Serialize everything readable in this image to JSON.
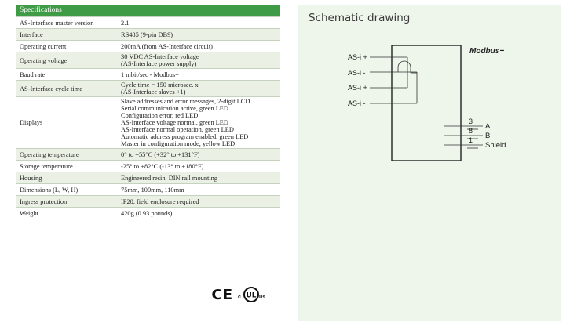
{
  "specifications": {
    "header": "Specifications",
    "rows": [
      {
        "label": "AS-Interface master version",
        "value": [
          "2.1"
        ]
      },
      {
        "label": "Interface",
        "value": [
          "RS485 (9-pin DB9)"
        ]
      },
      {
        "label": "Operating current",
        "value": [
          "200mA (from AS-Interface circuit)"
        ]
      },
      {
        "label": "Operating voltage",
        "value": [
          "30 VDC AS-Interface voltage",
          "(AS-Interface power supply)"
        ]
      },
      {
        "label": "Baud rate",
        "value": [
          "1 mbit/sec - Modbus+"
        ]
      },
      {
        "label": "AS-Interface cycle time",
        "value": [
          "Cycle time = 150 microsec. x",
          "(AS-Interface slaves +1)"
        ]
      },
      {
        "label": "Displays",
        "value": [
          "Slave addresses and error messages, 2-digit LCD",
          "Serial communication active, green LED",
          "Configuration error, red LED",
          "AS-Interface voltage normal, green LED",
          "AS-Interface normal operation, green LED",
          "Automatic address program enabled, green LED",
          "Master in configuration mode, yellow LED"
        ]
      },
      {
        "label": "Operating temperature",
        "value": [
          "0° to +55°C (+32° to +131°F)"
        ]
      },
      {
        "label": "Storage temperature",
        "value": [
          "-25° to +82°C (-13° to +180°F)"
        ]
      },
      {
        "label": "Housing",
        "value": [
          "Engineered resin, DIN rail mounting"
        ]
      },
      {
        "label": "Dimensions (L, W, H)",
        "value": [
          "75mm, 100mm, 110mm"
        ]
      },
      {
        "label": "Ingress protection",
        "value": [
          "IP20, field enclosure required"
        ]
      },
      {
        "label": "Weight",
        "value": [
          "420g (0.93 pounds)"
        ]
      }
    ]
  },
  "certifications": {
    "ce": "CE",
    "ul_prefix": "c",
    "ul_mark": "UL",
    "ul_suffix": "us"
  },
  "schematic": {
    "title": "Schematic drawing",
    "device_label": "Modbus+",
    "input_labels": [
      "AS-i +",
      "AS-i -",
      "AS-i +",
      "AS-i -"
    ],
    "pins": [
      {
        "number": "3",
        "name": "A"
      },
      {
        "number": "8",
        "name": "B"
      },
      {
        "number": "1",
        "name": "Shield"
      }
    ]
  },
  "colors": {
    "header_green": "#3f9b45",
    "row_alt": "#eaf1e4",
    "panel_bg": "#eef5ea"
  }
}
